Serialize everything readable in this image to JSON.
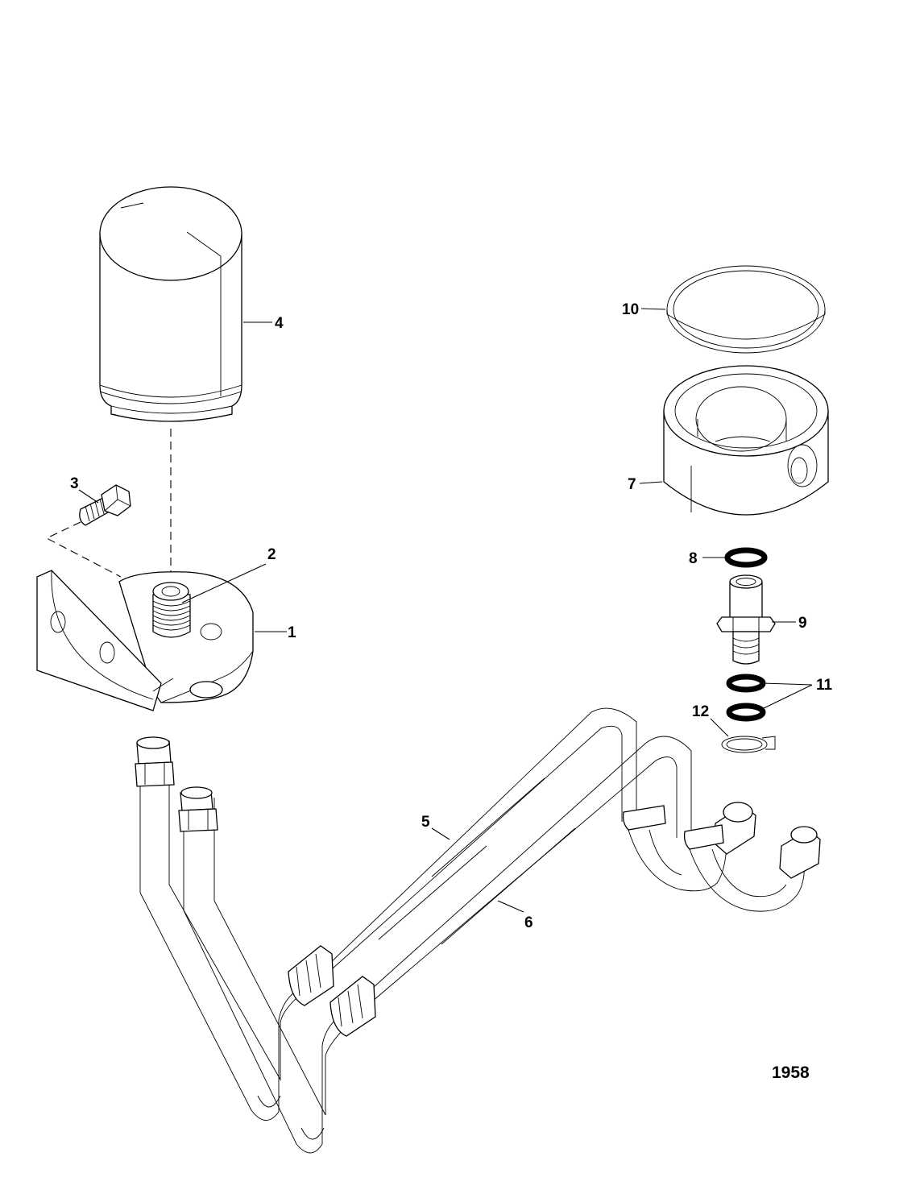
{
  "diagram": {
    "callouts": [
      "1",
      "2",
      "3",
      "4",
      "5",
      "6",
      "7",
      "8",
      "9",
      "10",
      "11",
      "12"
    ],
    "figure_code": "1958"
  }
}
